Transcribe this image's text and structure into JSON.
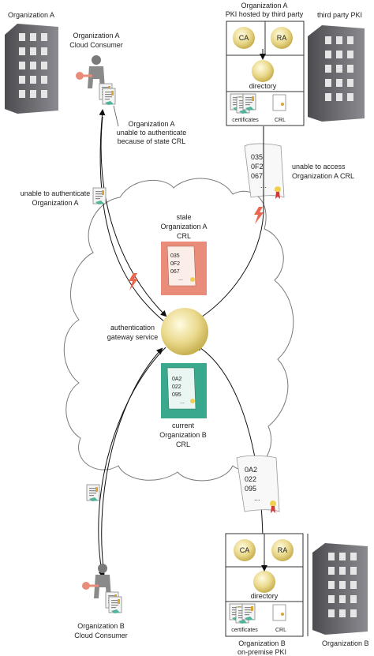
{
  "org_a": {
    "title": "Organization A",
    "consumer_line1": "Organization A",
    "consumer_line2": "Cloud Consumer",
    "unable_line1": "Organization A",
    "unable_line2": "unable to authenticate",
    "unable_line3": "because of state CRL",
    "left_note_line1": "unable to authenticate",
    "left_note_line2": "Organization A"
  },
  "pki_a": {
    "title_line1": "Organization A",
    "title_line2": "PKI hosted by third party",
    "ca": "CA",
    "ra": "RA",
    "directory": "directory",
    "certificates": "certificates",
    "crl": "CRL",
    "third_party": "third party PKI",
    "access_line1": "unable to access",
    "access_line2": "Organization A CRL",
    "scroll_entries": [
      "035",
      "0F2",
      "067",
      "..."
    ]
  },
  "cloud": {
    "stale_line1": "stale",
    "stale_line2": "Organization A",
    "stale_line3": "CRL",
    "stale_entries": [
      "035",
      "0F2",
      "067",
      "..."
    ],
    "gateway_line1": "authentication",
    "gateway_line2": "gateway service",
    "current_line1": "current",
    "current_line2": "Organization B",
    "current_line3": "CRL",
    "current_entries": [
      "0A2",
      "022",
      "095",
      "..."
    ]
  },
  "pki_b": {
    "ca": "CA",
    "ra": "RA",
    "directory": "directory",
    "certificates": "certificates",
    "crl": "CRL",
    "label_line1": "Organization B",
    "label_line2": "on-premise PKI",
    "scroll_entries": [
      "0A2",
      "022",
      "095",
      "..."
    ]
  },
  "org_b": {
    "title": "Organization B",
    "consumer_line1": "Organization B",
    "consumer_line2": "Cloud Consumer"
  },
  "colors": {
    "sphere": "#e8d98a",
    "stale": "#e98d7a",
    "current": "#3aa88c",
    "bolt": "#e8674e",
    "building": "#6d6d72"
  }
}
